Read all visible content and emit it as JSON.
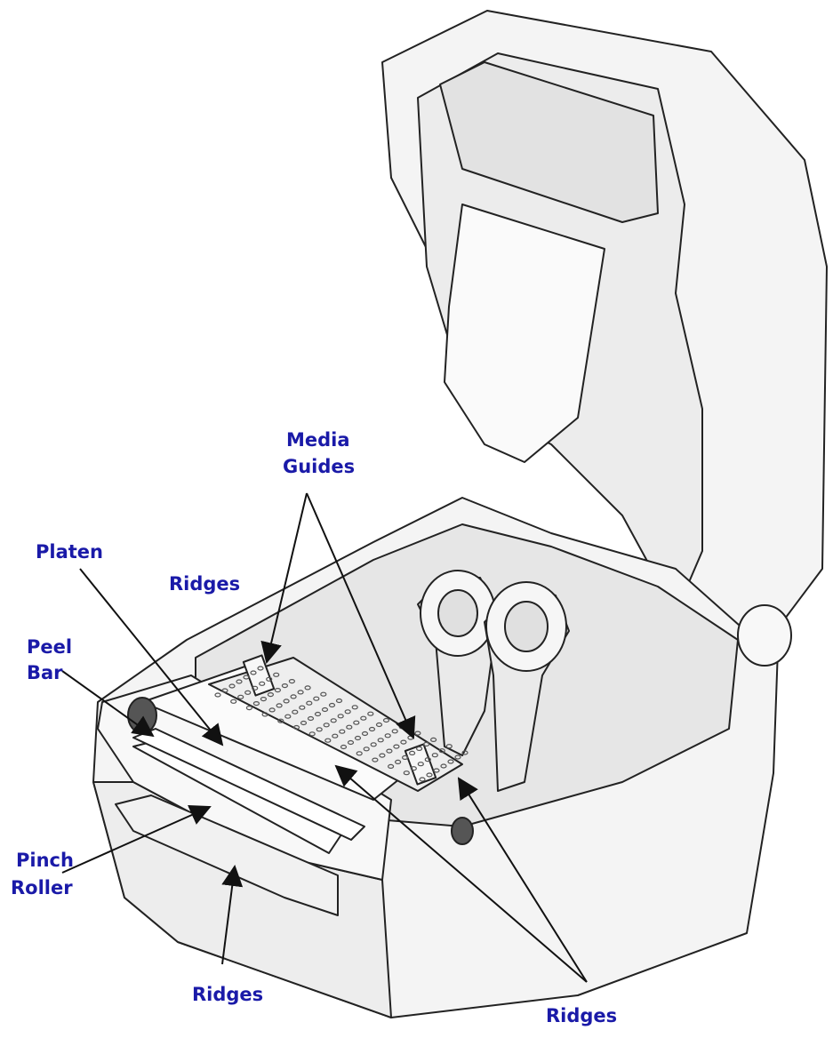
{
  "labels": {
    "media_guides_line1": "Media",
    "media_guides_line2": "Guides",
    "platen": "Platen",
    "ridges_top": "Ridges",
    "peel_bar_line1": "Peel",
    "peel_bar_line2": "Bar",
    "pinch_roller_line1": "Pinch",
    "pinch_roller_line2": "Roller",
    "ridges_bottom_left": "Ridges",
    "ridges_bottom_right": "Ridges"
  },
  "colors": {
    "label": "#1a1aa8",
    "line": "#222222",
    "body_fill": "#f4f4f4",
    "shade": "#dcdcdc"
  }
}
